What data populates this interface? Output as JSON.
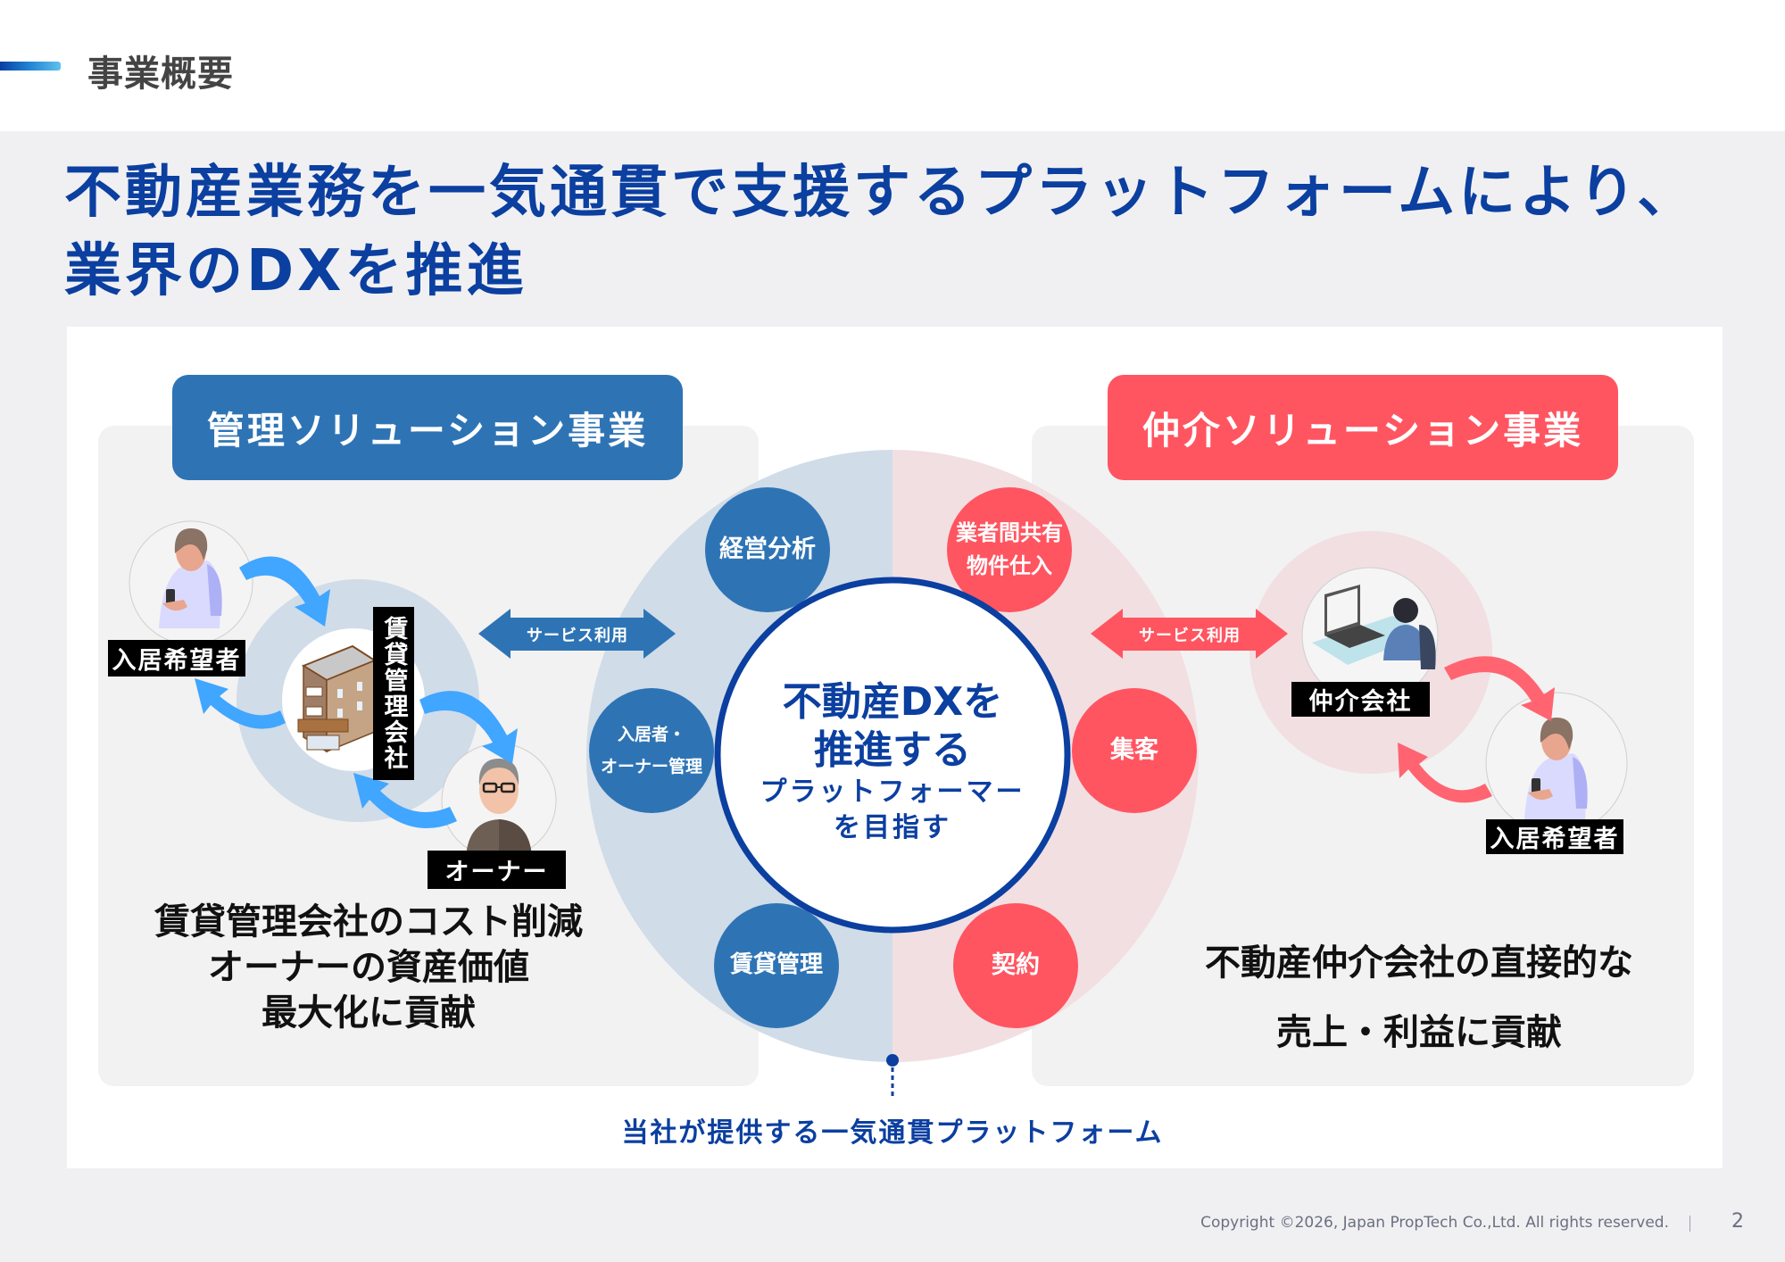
{
  "header": {
    "section_title": "事業概要"
  },
  "main_title": "不動産業務を一気通貫で支援するプラットフォームにより、業界のDXを推進",
  "colors": {
    "brand_blue": "#0b3fa0",
    "management_blue": "#2e74b5",
    "brokerage_red": "#ff5561",
    "management_bg": "#d0dce8",
    "brokerage_bg": "#f2dfe2",
    "panel_gray": "#f2f2f2",
    "curve_arrow_blue": "#40a6ff",
    "curve_arrow_red": "#ff6470"
  },
  "management": {
    "title": "管理ソリューション事業",
    "actors": {
      "applicant": {
        "label": "入居希望者",
        "icon": "person-with-phone-icon"
      },
      "company": {
        "label": "賃貸管理会社",
        "icon": "apartment-building-icon"
      },
      "owner": {
        "label": "オーナー",
        "icon": "elderly-owner-icon"
      }
    },
    "service_arrow_label": "サービス利用",
    "impact_lines": [
      "賃貸管理会社のコスト削減",
      "オーナーの資産価値",
      "最大化に貢献"
    ]
  },
  "brokerage": {
    "title": "仲介ソリューション事業",
    "actors": {
      "company": {
        "label": "仲介会社",
        "icon": "person-at-laptop-icon"
      },
      "applicant": {
        "label": "入居希望者",
        "icon": "person-with-phone-icon"
      }
    },
    "service_arrow_label": "サービス利用",
    "impact_lines": [
      "不動産仲介会社の直接的な",
      "売上・利益に貢献"
    ]
  },
  "platform": {
    "center_lines_large": [
      "不動産DXを",
      "推進する"
    ],
    "center_lines_small": [
      "プラットフォーマー",
      "を目指す"
    ],
    "management_functions": [
      {
        "label": "経営分析"
      },
      {
        "label": "入居者・\nオーナー管理"
      },
      {
        "label": "賃貸管理"
      }
    ],
    "brokerage_functions": [
      {
        "label": "業者間共有\n物件仕入"
      },
      {
        "label": "集客"
      },
      {
        "label": "契約"
      }
    ],
    "caption": "当社が提供する一気通貫プラットフォーム"
  },
  "footer": {
    "copyright": "Copyright ©2026, Japan PropTech Co.,Ltd. All rights reserved.",
    "page_number": "2"
  }
}
